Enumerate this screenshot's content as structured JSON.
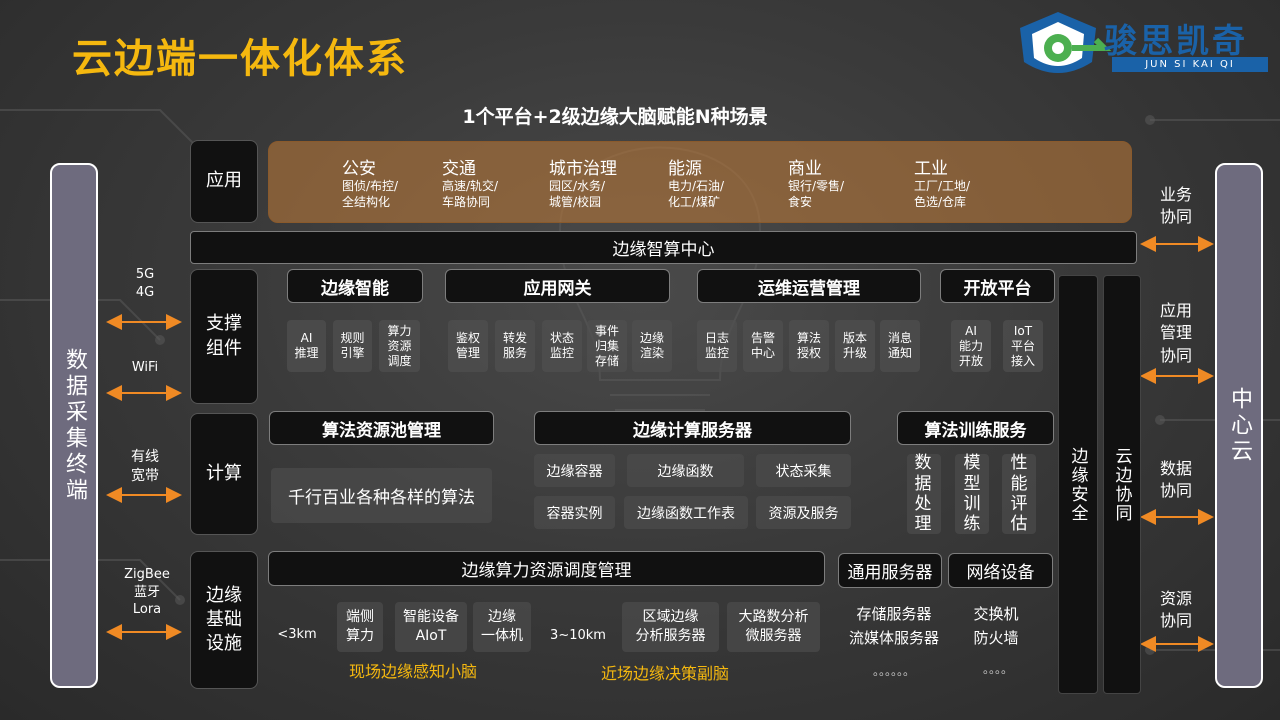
{
  "title": "云边端一体化体系",
  "subtitle": "1个平台+2级边缘大脑赋能N种场景",
  "logo": {
    "text": "骏思凯奇",
    "sub": "JUN SI KAI QI"
  },
  "left_bar": "数据采集终端",
  "right_bar": "中心云",
  "left_links": [
    "5G\n4G",
    "WiFi",
    "有线\n宽带",
    "ZigBee\n蓝牙\nLora"
  ],
  "right_links": [
    "业务\n协同",
    "应用\n管理\n协同",
    "数据\n协同",
    "资源\n协同"
  ],
  "layers": {
    "app": "应用",
    "support": "支撑\n组件",
    "compute": "计算",
    "infra": "边缘\n基础\n设施"
  },
  "apps": [
    {
      "name": "公安",
      "desc": "图侦/布控/\n全结构化"
    },
    {
      "name": "交通",
      "desc": "高速/轨交/\n车路协同"
    },
    {
      "name": "城市治理",
      "desc": "园区/水务/\n城管/校园"
    },
    {
      "name": "能源",
      "desc": "电力/石油/\n化工/煤矿"
    },
    {
      "name": "商业",
      "desc": "银行/零售/\n食安"
    },
    {
      "name": "工业",
      "desc": "工厂/工地/\n色选/仓库"
    }
  ],
  "edge_center": "边缘智算中心",
  "support_groups": [
    {
      "title": "边缘智能",
      "items": [
        "AI\n推理",
        "规则\n引擎",
        "算力\n资源\n调度"
      ]
    },
    {
      "title": "应用网关",
      "items": [
        "鉴权\n管理",
        "转发\n服务",
        "状态\n监控",
        "事件\n归集\n存储",
        "边缘\n渲染"
      ]
    },
    {
      "title": "运维运营管理",
      "items": [
        "日志\n监控",
        "告警\n中心",
        "算法\n授权",
        "版本\n升级",
        "消息\n通知"
      ]
    },
    {
      "title": "开放平台",
      "items": [
        "AI\n能力\n开放",
        "IoT\n平台\n接入"
      ]
    }
  ],
  "compute": {
    "pool_title": "算法资源池管理",
    "pool_body": "千行百业各种各样的算法",
    "server_title": "边缘计算服务器",
    "server_items": [
      "边缘容器",
      "边缘函数",
      "状态采集",
      "容器实例",
      "边缘函数工作表",
      "资源及服务"
    ],
    "train_title": "算法训练服务",
    "train_items": [
      "数据\n处理",
      "模型\n训练",
      "性能\n评估"
    ]
  },
  "infra": {
    "schedule": "边缘算力资源调度管理",
    "general_server": "通用服务器",
    "network_device": "网络设备",
    "near_range": "<3km",
    "near_items": [
      "端侧\n算力",
      "智能设备\nAIoT",
      "边缘\n一体机"
    ],
    "far_range": "3~10km",
    "far_items": [
      "区域边缘\n分析服务器",
      "大路数分析\n微服务器"
    ],
    "server_list": "存储服务器\n流媒体服务器",
    "net_list": "交换机\n防火墙",
    "near_label": "现场边缘感知小脑",
    "far_label": "近场边缘决策副脑",
    "dots1": "。。。。。。",
    "dots2": "。。。。"
  },
  "side_bars": {
    "security": "边缘安全",
    "cloud_edge": "云边协同"
  },
  "colors": {
    "accent": "#f5b80f",
    "bar": "#6e6b7e",
    "band": "#c17b38",
    "arrow": "#f08a24",
    "logo": "#1a62a8"
  }
}
